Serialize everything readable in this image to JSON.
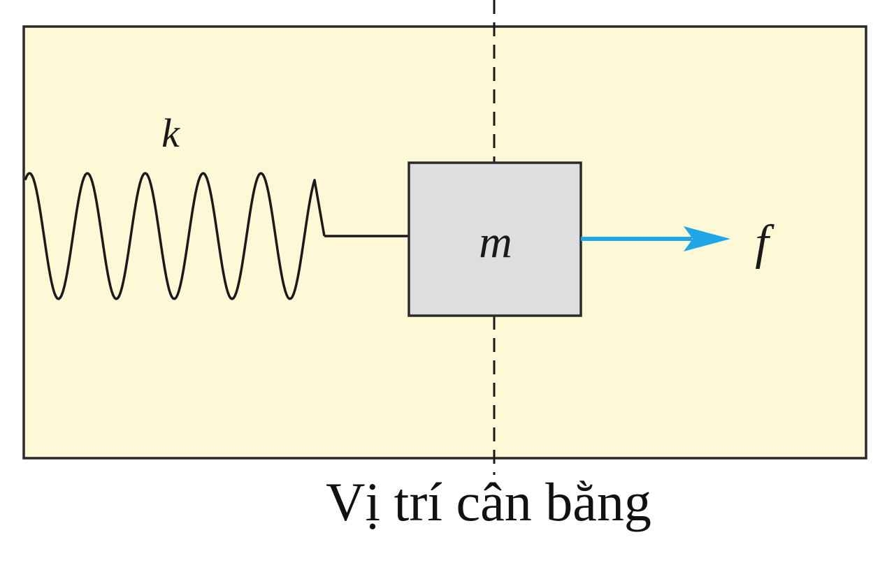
{
  "colors": {
    "panel_fill": "#fdf8d6",
    "panel_stroke": "#2a2a2a",
    "mass_fill": "#dedee0",
    "mass_stroke": "#2a2a2a",
    "spring_stroke": "#1a1a1a",
    "force_arrow": "#1fa6e6",
    "equilibrium_line": "#1a1a1a"
  },
  "labels": {
    "spring_constant": "k",
    "mass": "m",
    "force": "f",
    "equilibrium": "Vị trí cân bằng"
  },
  "icons": {
    "spring": "spring-icon",
    "mass": "block-icon",
    "force": "arrow-right-icon"
  }
}
